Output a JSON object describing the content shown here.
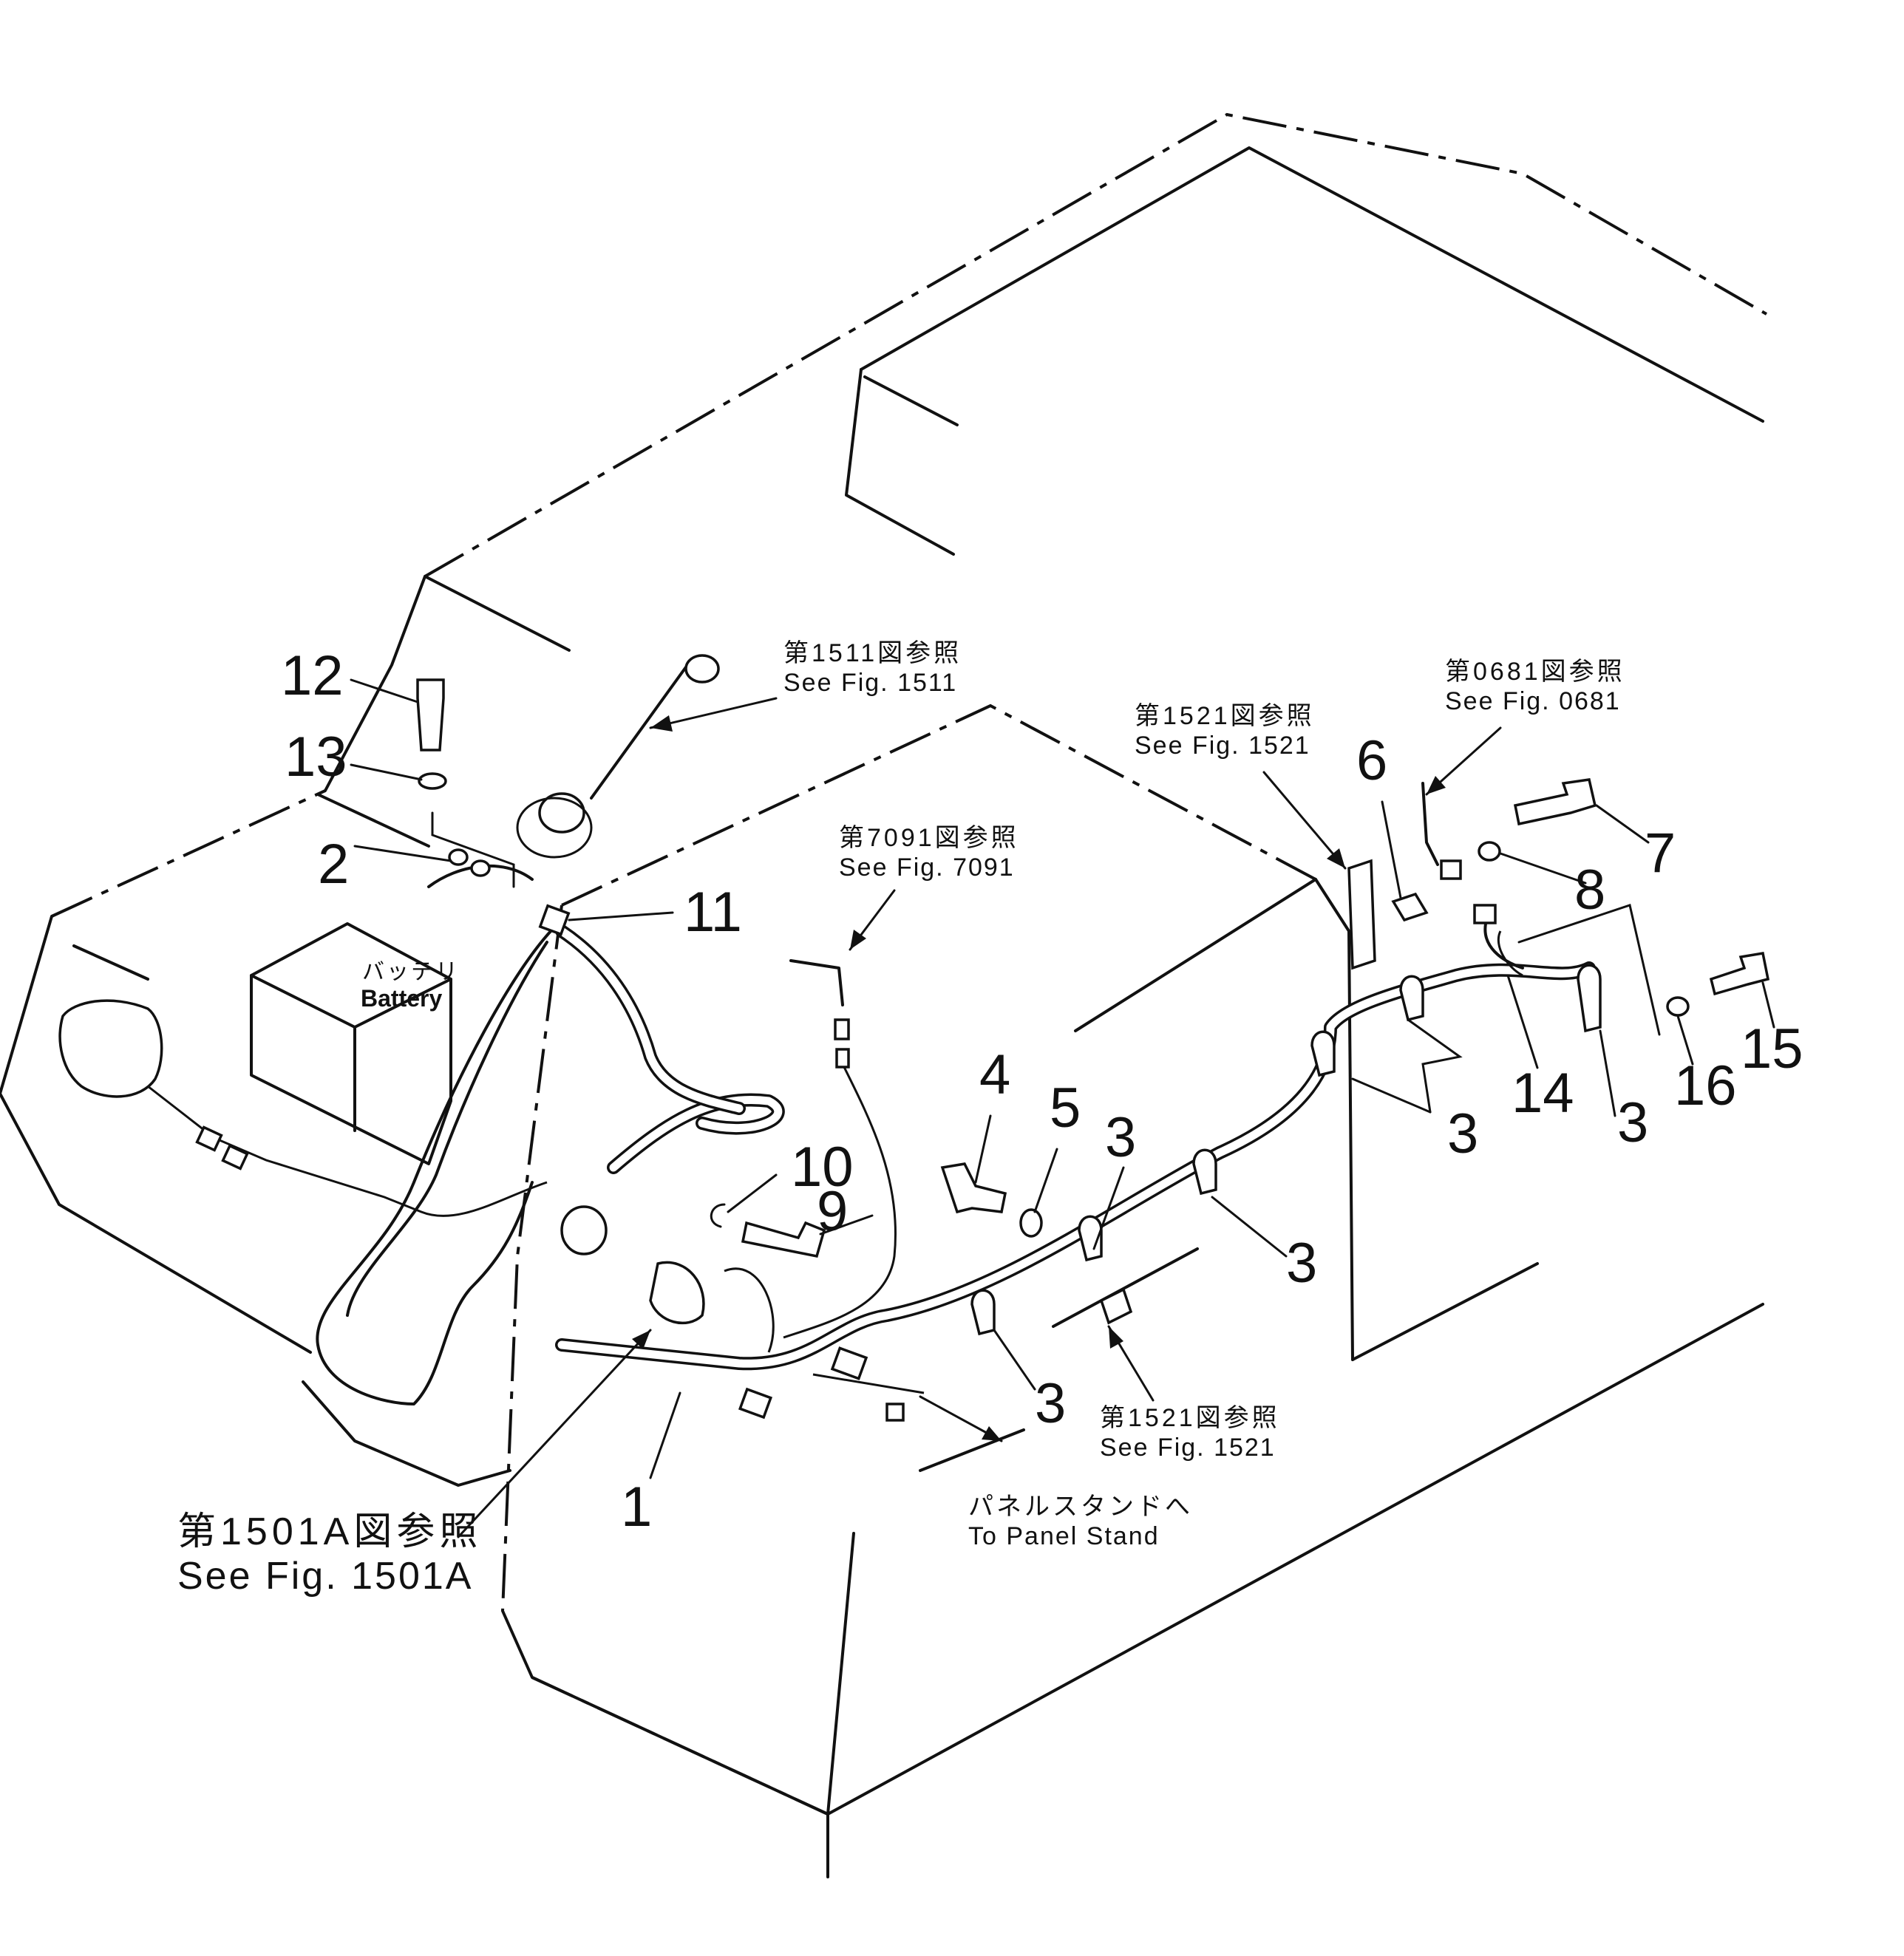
{
  "callouts": {
    "c1": "1",
    "c2": "2",
    "c3a": "3",
    "c3b": "3",
    "c3c": "3",
    "c3d": "3",
    "c3e": "3",
    "c4": "4",
    "c5": "5",
    "c6": "6",
    "c7": "7",
    "c8": "8",
    "c9": "9",
    "c10": "10",
    "c11": "11",
    "c12": "12",
    "c13": "13",
    "c14": "14",
    "c15": "15",
    "c16": "16"
  },
  "references": {
    "fig1511": {
      "jp": "第1511図参照",
      "en": "See Fig. 1511"
    },
    "fig7091": {
      "jp": "第7091図参照",
      "en": "See Fig. 7091"
    },
    "fig1521_top": {
      "jp": "第1521図参照",
      "en": "See Fig. 1521"
    },
    "fig0681": {
      "jp": "第0681図参照",
      "en": "See Fig. 0681"
    },
    "fig1521_bottom": {
      "jp": "第1521図参照",
      "en": "See Fig. 1521"
    },
    "fig1501A": {
      "jp": "第1501A図参照",
      "en": "See Fig. 1501A"
    }
  },
  "labels": {
    "battery": {
      "jp": "バッテリ",
      "en": "Battery"
    },
    "panel_stand": {
      "jp": "パネルスタンドへ",
      "en": "To Panel Stand"
    }
  }
}
